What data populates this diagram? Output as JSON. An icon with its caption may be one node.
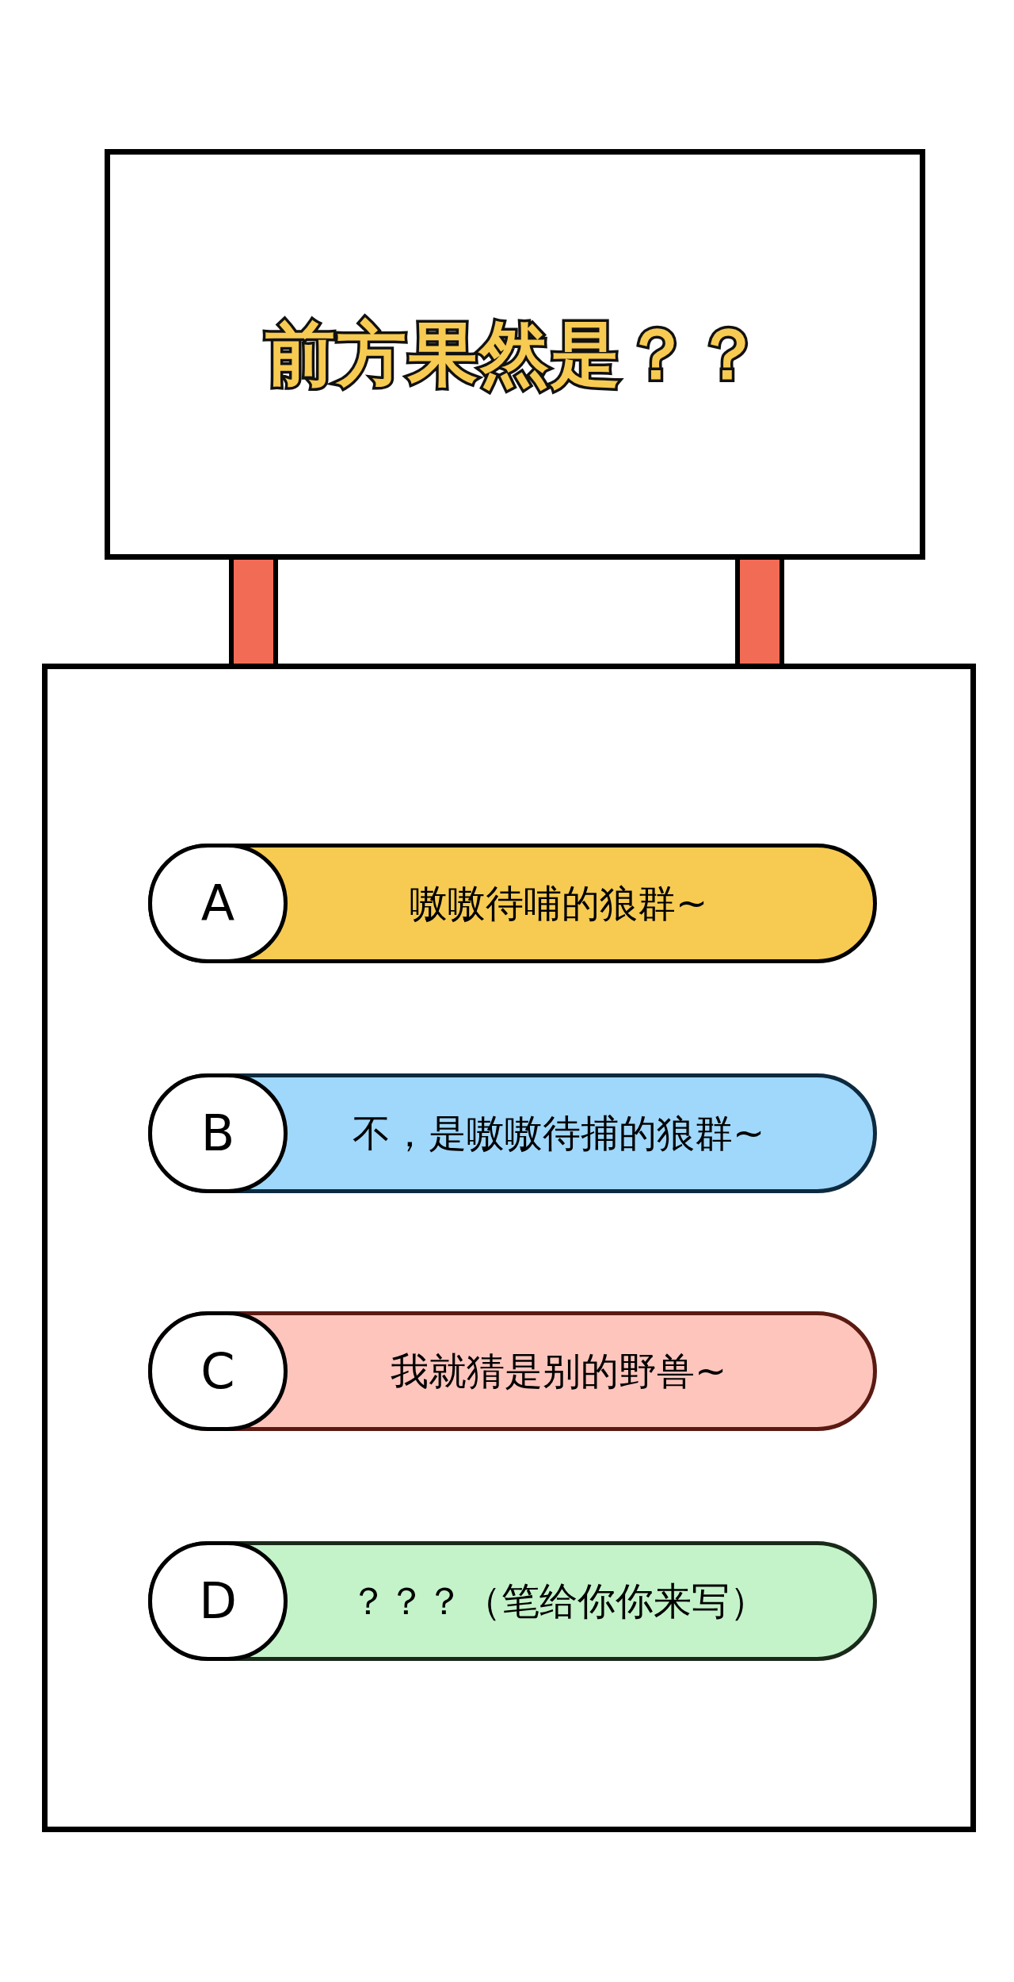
{
  "diagram": {
    "nodes": [
      {
        "text": [
          "前方果然是？？"
        ]
      },
      {
        "text": [],
        "shape": "bar"
      },
      {
        "text": [],
        "shape": "bar"
      },
      {
        "text": [],
        "shape": "box"
      },
      {
        "text": [
          "A",
          "嗷嗷待哺的狼群~"
        ],
        "in": 3
      },
      {
        "text": [
          "B",
          "不，是嗷嗷待捕的狼群~"
        ],
        "in": 3
      },
      {
        "text": [
          "C",
          "我就猜是别的野兽~"
        ],
        "in": 3
      },
      {
        "text": [
          "D",
          "？？？（笔给你你来写）"
        ],
        "in": 3
      }
    ]
  }
}
